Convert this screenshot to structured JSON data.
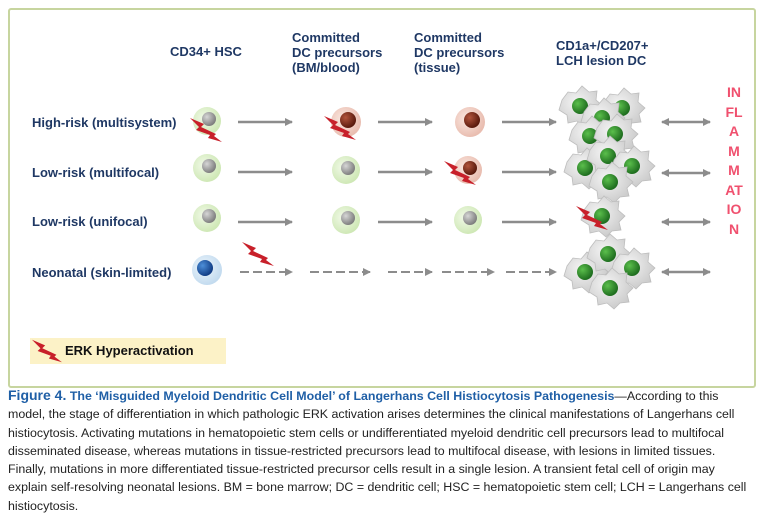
{
  "columns": [
    {
      "header": "CD34+ HSC"
    },
    {
      "header": "Committed\nDC precursors\n(BM/blood)"
    },
    {
      "header": "Committed\nDC precursors\n(tissue)"
    },
    {
      "header": "CD1a+/CD207+\nLCH lesion DC"
    }
  ],
  "rows": [
    {
      "label": "High-risk (multisystem)"
    },
    {
      "label": "Low-risk (multifocal)"
    },
    {
      "label": "Low-risk (unifocal)"
    },
    {
      "label": "Neonatal (skin-limited)"
    }
  ],
  "side_label": "INFLAMMATION",
  "legend": {
    "label": "ERK Hyperactivation"
  },
  "caption": {
    "figure_number": "Figure 4.",
    "title": "The ‘Misguided Myeloid Dendritic Cell Model’ of Langerhans Cell Histiocytosis Pathogenesis",
    "body": "—According to this model, the stage of differentiation in which pathologic ERK activation arises determines the clinical manifestations of Langerhans cell histiocytosis. Activating mutations in hematopoietic stem cells or undifferentiated myeloid dendritic cell precursors lead to multifocal disseminated disease, whereas mutations in tissue-restricted precursors lead to multifocal disease, with lesions in limited tissues. Finally, mutations in more differentiated tissue-restricted precursor cells result in a single lesion. A transient fetal cell of origin may explain self-resolving neonatal lesions. BM = bone marrow; DC = dendritic cell; HSC = hematopoietic stem cell; LCH = Langerhans cell histiocytosis."
  },
  "colors": {
    "header_text": "#1f3864",
    "inflammation_text": "#f0506e",
    "caption_title": "#1f5fa6",
    "panel_border": "#c7d59f",
    "legend_background": "#fcf2c7",
    "cell_green": "#d8efc4",
    "nucleus_grey": "#9a9a9a",
    "nucleus_brown": "#7a2a1a",
    "cell_pink": "#f2d2c8",
    "nucleus_blue": "#1f5fb4",
    "cell_blue": "#cfe3f3",
    "lesion_grey": "#e2e2e2",
    "lesion_nucleus": "#2f8f2f",
    "arrow_grey": "#8c8c8c",
    "bolt_red": "#c8202a"
  },
  "icons": {
    "mutation": "lightning-bolt-icon",
    "cell": "cell-icon",
    "lesion_cell": "lesion-cell-icon"
  }
}
